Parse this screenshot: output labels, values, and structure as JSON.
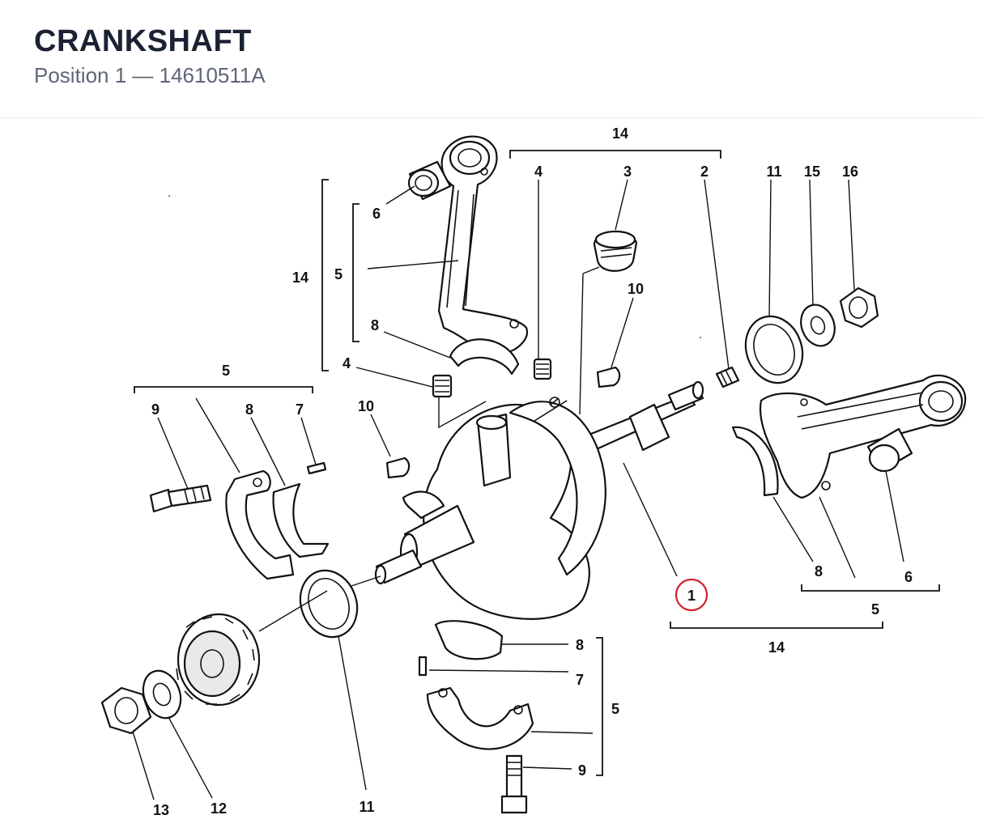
{
  "header": {
    "title": "CRANKSHAFT",
    "subtitle": "Position 1 — 14610511A"
  },
  "diagram": {
    "highlight_color": "#d0232e",
    "callouts": {
      "c14_top": "14",
      "c4_top": "4",
      "c3": "3",
      "c2": "2",
      "c11_top": "11",
      "c15": "15",
      "c16": "16",
      "c6_top": "6",
      "c14_left": "14",
      "c5_left": "5",
      "c8_top": "8",
      "c10_top": "10",
      "c4_mid": "4",
      "c5_mid": "5",
      "c9_left": "9",
      "c8_left": "8",
      "c7_left": "7",
      "c10_mid": "10",
      "c1": "1",
      "c8_right": "8",
      "c6_right": "6",
      "c5_right": "5",
      "c14_bottom": "14",
      "c8_bottom": "8",
      "c7_bottom": "7",
      "c5_bottom": "5",
      "c9_bottom": "9",
      "c13": "13",
      "c12": "12",
      "c11_bottom": "11"
    }
  }
}
